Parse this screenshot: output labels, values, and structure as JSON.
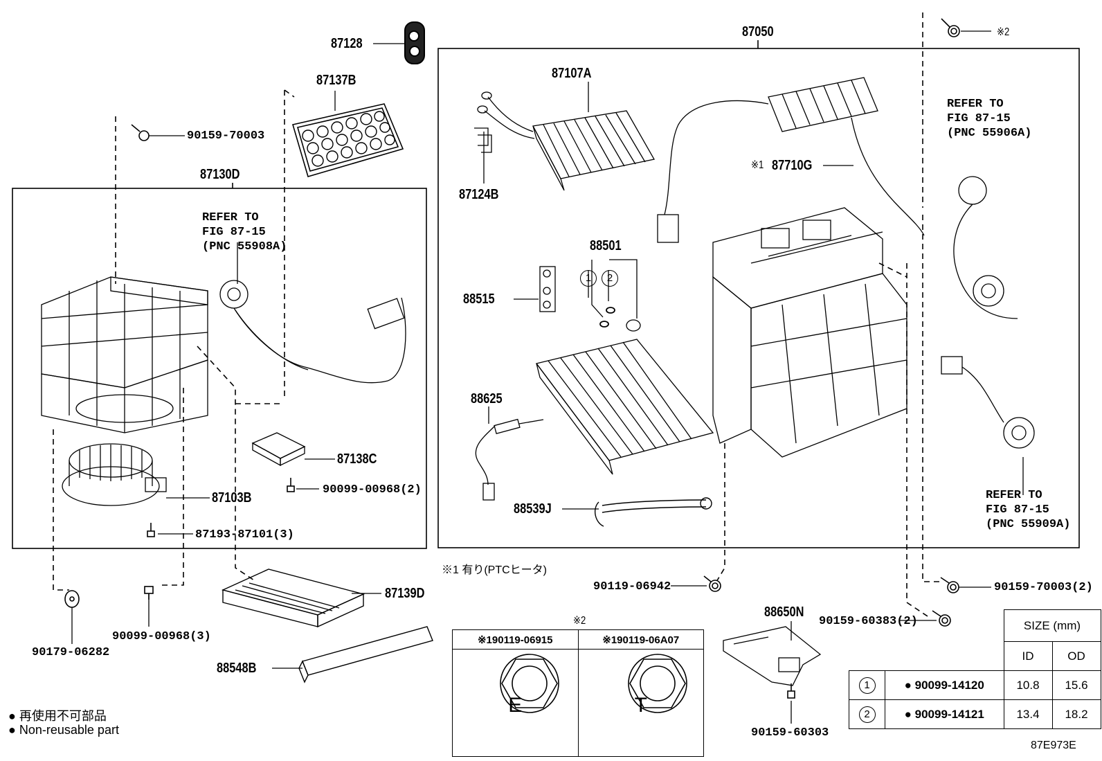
{
  "parts": {
    "p87128": "87128",
    "p87137B": "87137B",
    "p90159_70003_top": "90159-70003",
    "p87130D": "87130D",
    "p87050": "87050",
    "p87107A": "87107A",
    "p87124B": "87124B",
    "p87710G": "87710G",
    "p88501": "88501",
    "p88515": "88515",
    "p88625": "88625",
    "p88539J": "88539J",
    "p87138C": "87138C",
    "p90099_00968_2": "90099-00968(2)",
    "p87103B": "87103B",
    "p87193_87101_3": "87193-87101(3)",
    "p87139D": "87139D",
    "p88548B": "88548B",
    "p90179_06282": "90179-06282",
    "p90099_00968_3": "90099-00968(3)",
    "p90119_06942": "90119-06942",
    "p88650N": "88650N",
    "p90159_60383_2": "90159-60383(2)",
    "p90159_60303": "90159-60303",
    "p90159_70003_2": "90159-70003(2)"
  },
  "refs": {
    "left": "REFER TO\nFIG 87-15\n(PNC 55908A)",
    "right_top": "REFER TO\nFIG 87-15\n(PNC 55906A)",
    "right_bottom": "REFER TO\nFIG 87-15\n(PNC 55909A)"
  },
  "marks": {
    "star1_87710G": "※1",
    "star2_top": "※2",
    "star2_table": "※2",
    "circle1": "1",
    "circle2": "2"
  },
  "notes": {
    "ptc": "※1 有り(PTCヒータ)",
    "legend_jp": "● 再使用不可部品",
    "legend_en": "● Non-reusable part",
    "figure_code": "87E973E"
  },
  "washer_table": {
    "col1": "※190119-06915",
    "col2": "※190119-06A07",
    "letter1": "E",
    "letter2": "T"
  },
  "size_table": {
    "header": "SIZE (mm)",
    "id": "ID",
    "od": "OD",
    "rows": [
      {
        "no": "1",
        "part": "● 90099-14120",
        "id": "10.8",
        "od": "15.6"
      },
      {
        "no": "2",
        "part": "● 90099-14121",
        "id": "13.4",
        "od": "18.2"
      }
    ]
  }
}
